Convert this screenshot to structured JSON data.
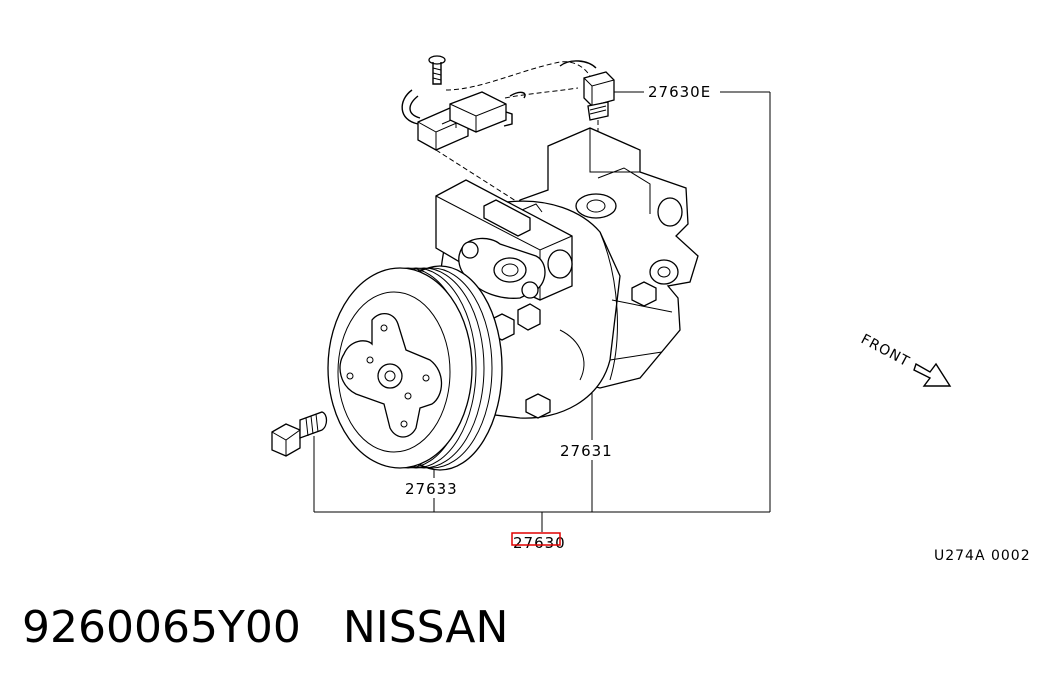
{
  "callouts": {
    "switch": "27630E",
    "compressor": "27631",
    "clutch": "27633",
    "assembly": "27630"
  },
  "direction": "FRONT",
  "figure_code": "U274A 0002",
  "highlight_color": "#e00000",
  "part_number": "9260065Y00",
  "brand": "NISSAN"
}
